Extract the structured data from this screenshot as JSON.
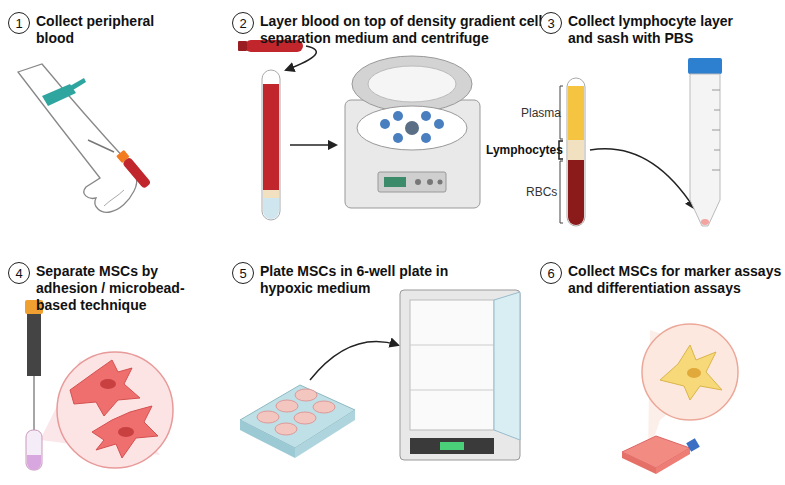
{
  "diagram": {
    "nodes": [
      {
        "text": [
          "1",
          "Collect peripheral blood"
        ]
      },
      {
        "text": [
          "2",
          "Layer blood on top of density gradient cell separation medium and centrifuge"
        ]
      },
      {
        "text": [
          "3",
          "Collect lymphocyte layer and sash with PBS"
        ]
      },
      {
        "text": [
          "4",
          "Separate MSCs by adhesion / microbead-based technique"
        ]
      },
      {
        "text": [
          "5",
          "Plate MSCs in 6-well plate in hypoxic medium"
        ]
      },
      {
        "text": [
          "6",
          "Collect MSCs for marker assays and differentiation assays"
        ]
      }
    ],
    "labels": [
      "Plasma",
      "Lymphocytes",
      "RBCs"
    ]
  }
}
